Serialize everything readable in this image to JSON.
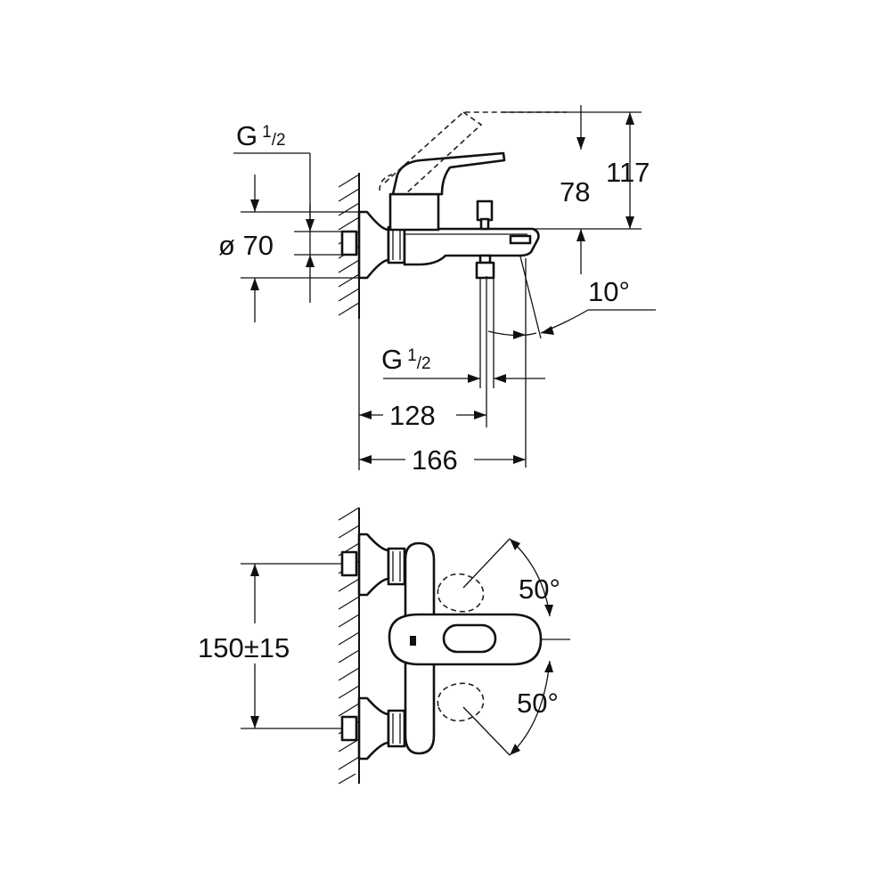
{
  "side_view": {
    "thread_top": {
      "main": "G",
      "num": "1",
      "den": "2"
    },
    "diameter": "ø 70",
    "height_lever": "78",
    "height_total": "117",
    "angle_spout": "10°",
    "thread_bottom": {
      "main": "G",
      "num": "1",
      "den": "2"
    },
    "length_outlet": "128",
    "length_total": "166"
  },
  "front_view": {
    "center_distance": "150±15",
    "angle_up": "50°",
    "angle_down": "50°"
  }
}
